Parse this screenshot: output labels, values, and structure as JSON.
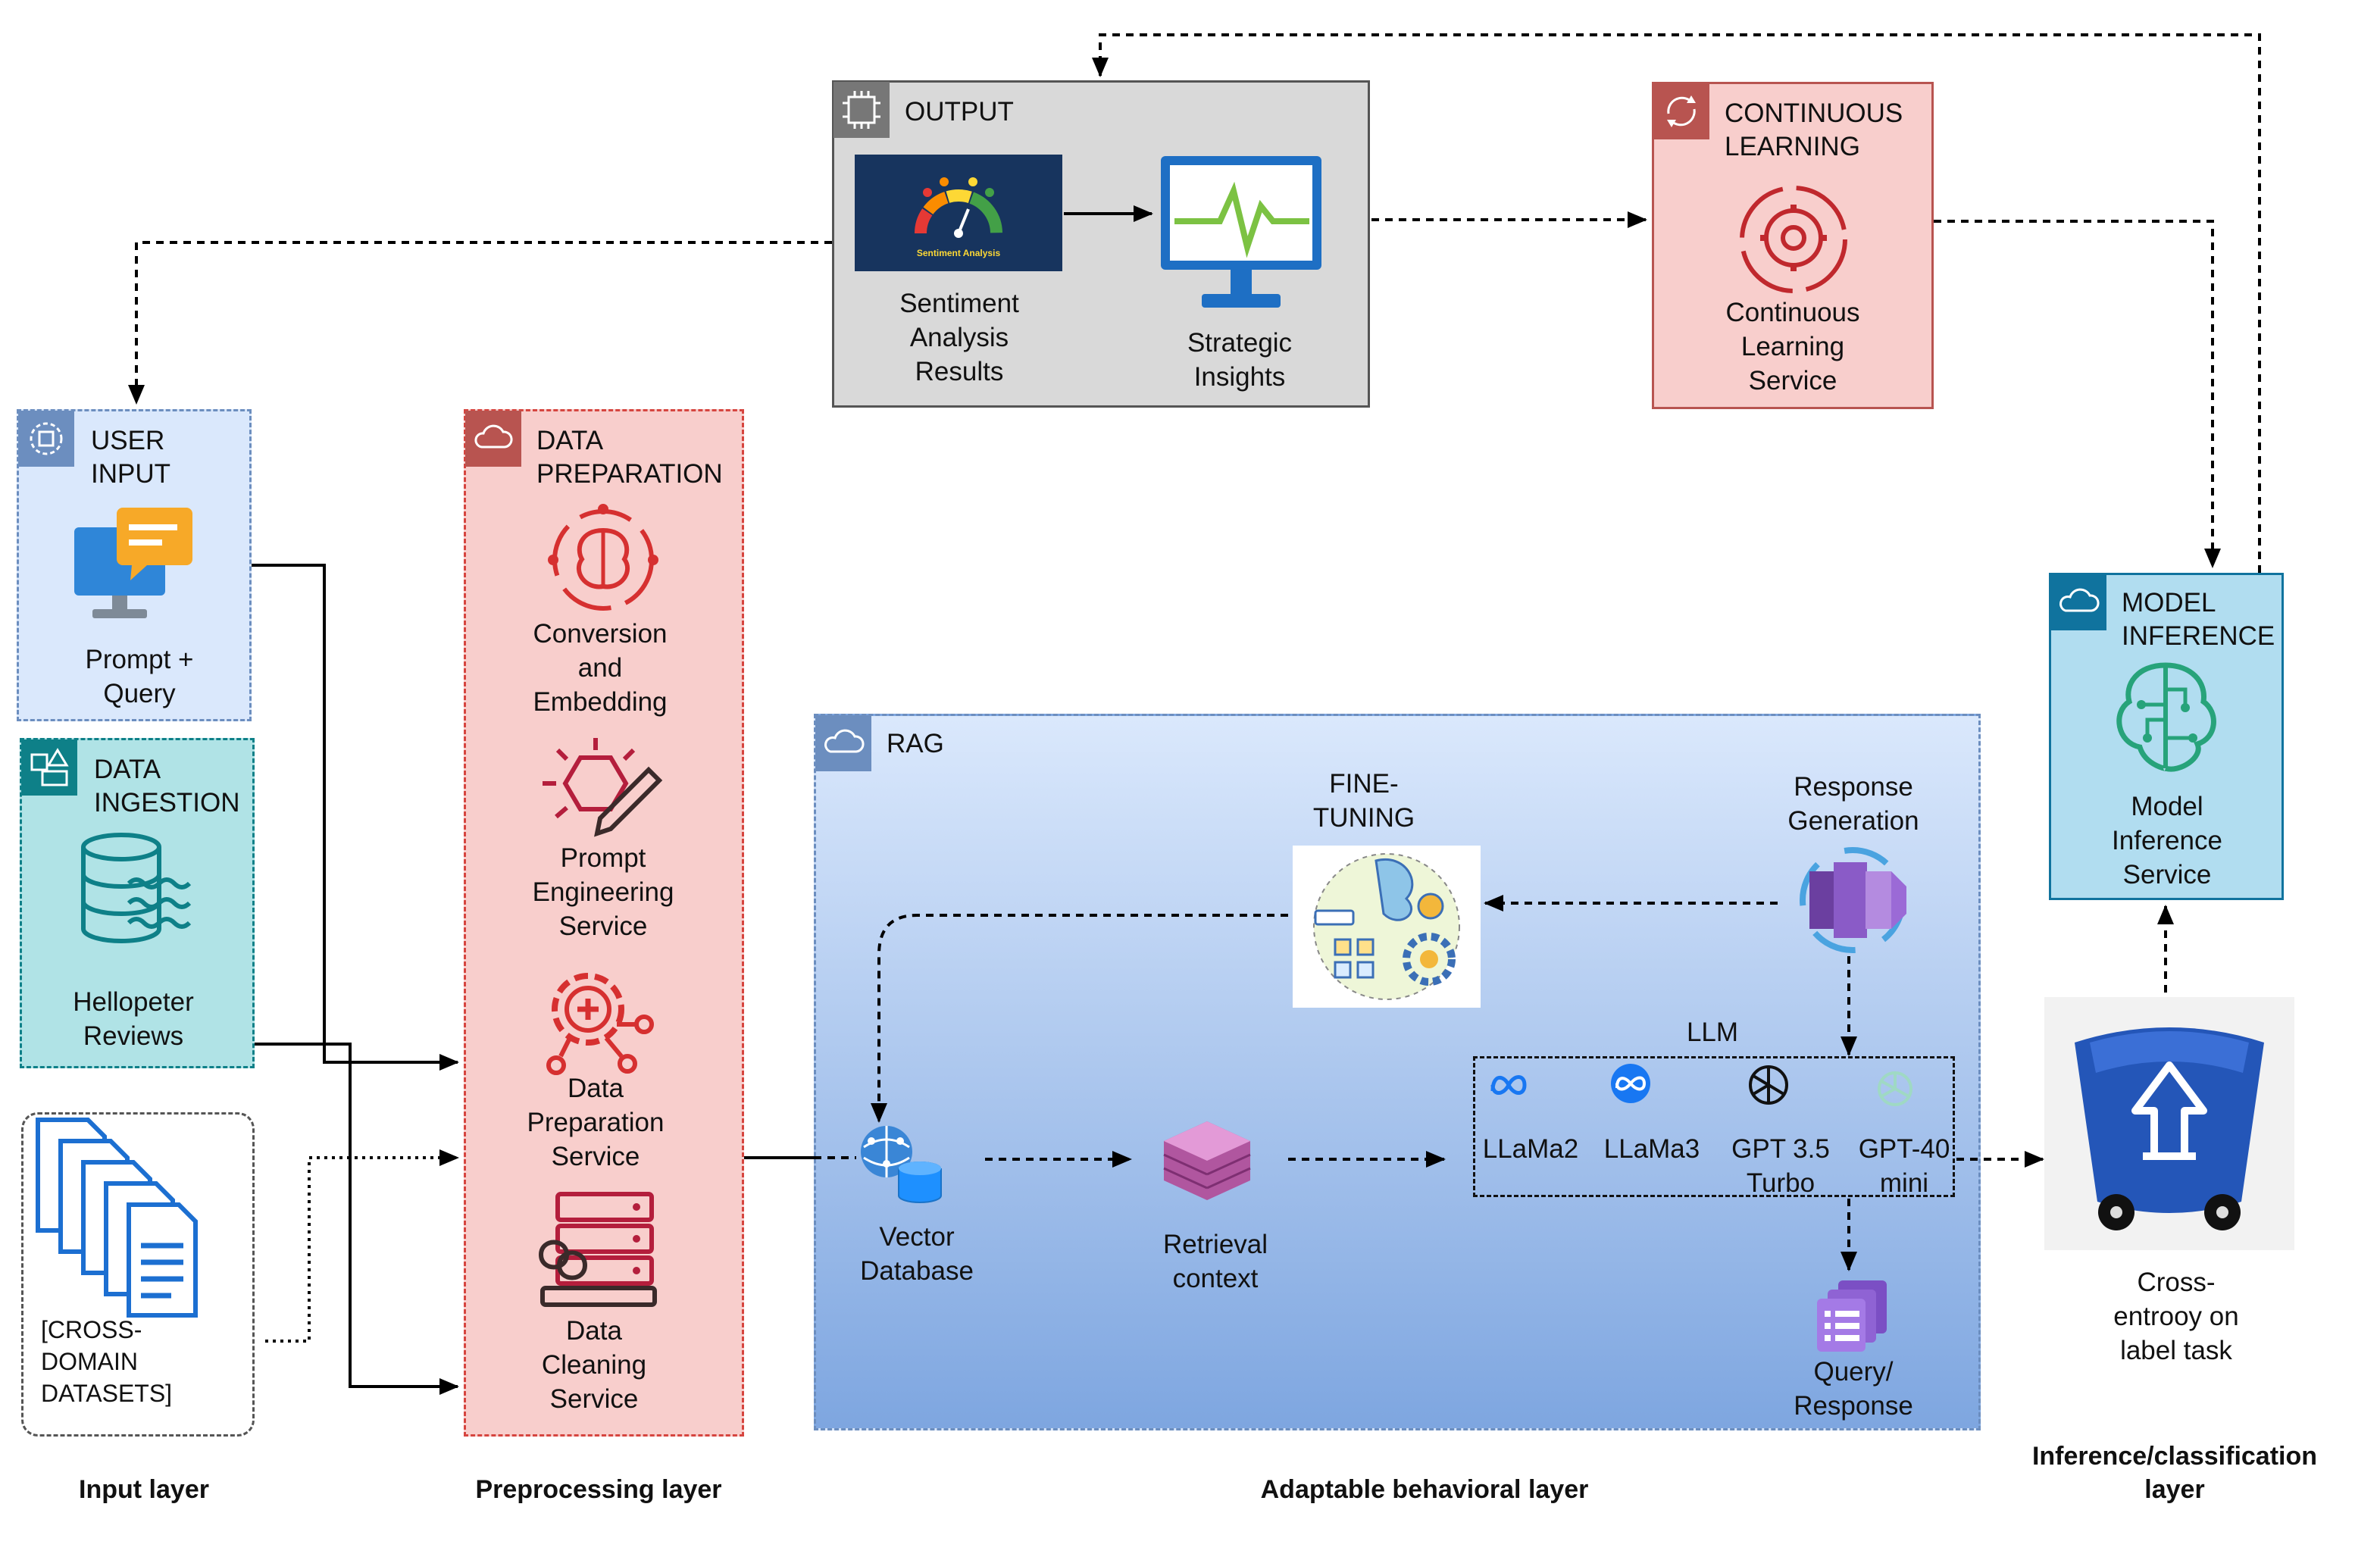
{
  "output": {
    "title": "OUTPUT",
    "sentiment_label": "Sentiment\nAnalysis\nResults",
    "gauge_caption": "Sentiment Analysis",
    "insights_label": "Strategic\nInsights"
  },
  "continuous_learning": {
    "title": "CONTINUOUS\nLEARNING",
    "service_label": "Continuous\nLearning\nService"
  },
  "user_input": {
    "title": "USER\nINPUT",
    "item_label": "Prompt +\nQuery"
  },
  "data_ingestion": {
    "title": "DATA\nINGESTION",
    "item_label": "Hellopeter\nReviews"
  },
  "datasets": {
    "label": "[CROSS-\nDOMAIN\nDATASETS]"
  },
  "data_preparation": {
    "title": "DATA\nPREPARATION",
    "items": [
      {
        "label": "Conversion\nand\nEmbedding"
      },
      {
        "label": "Prompt\nEngineering\nService"
      },
      {
        "label": "Data\nPreparation\nService"
      },
      {
        "label": "Data\nCleaning\nService"
      }
    ]
  },
  "rag": {
    "title": "RAG",
    "fine_tuning": "FINE-\nTUNING",
    "response_generation": "Response\nGeneration",
    "vector_db": "Vector\nDatabase",
    "retrieval": "Retrieval\ncontext",
    "llm_title": "LLM",
    "models": [
      {
        "label": "LLaMa2",
        "icon": "meta-icon"
      },
      {
        "label": "LLaMa3",
        "icon": "meta-icon"
      },
      {
        "label": "GPT 3.5\nTurbo",
        "icon": "openai-icon"
      },
      {
        "label": "GPT-40\nmini",
        "icon": "openai-icon"
      }
    ],
    "query_response": "Query/\nResponse"
  },
  "model_inference": {
    "title": "MODEL\nINFERENCE",
    "service_label": "Model\nInference\nService",
    "cross_entropy": "Cross-\nentrooy on\nlabel task"
  },
  "layers": {
    "input": "Input layer",
    "preprocessing": "Preprocessing layer",
    "adaptable": "Adaptable behavioral layer",
    "inference": "Inference/classification\nlayer"
  },
  "colors": {
    "output_fill": "#d9d9d9",
    "cl_fill": "#f8cecc",
    "cl_border": "#b85450",
    "user_fill": "#dae8fc",
    "user_border": "#6c8ebf",
    "ingest_fill": "#b0e3e6",
    "ingest_border": "#0e8088",
    "prep_fill": "#f8cecc",
    "prep_border": "#d6453f",
    "rag_top": "#dae8fc",
    "rag_bottom": "#7ea6e0",
    "mi_fill": "#b1ddf0",
    "mi_border": "#10739e",
    "icon_red": "#d63030",
    "icon_purple": "#8a3fbf"
  }
}
